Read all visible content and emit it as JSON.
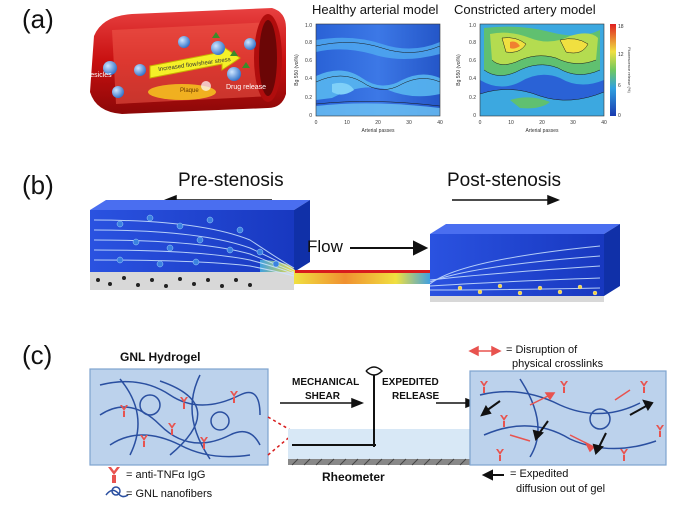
{
  "panels": {
    "a": {
      "label": "(a)",
      "vessel": {
        "vesicles": "Vesicles",
        "flow": "Increased flow/shear stress",
        "plaque": "Plaque",
        "drug_release": "Drug release"
      },
      "heatmaps": [
        {
          "title": "Healthy arterial model",
          "xlabel": "Arterial passes",
          "ylabel": "Bg 550 (vol%)",
          "xticks": [
            "0",
            "10",
            "20",
            "30",
            "40"
          ],
          "yticks": [
            "0",
            "0.2",
            "0.4",
            "0.6",
            "0.8",
            "1.0"
          ]
        },
        {
          "title": "Constricted artery model",
          "xlabel": "Arterial passes",
          "ylabel": "Bg 550 (vol%)",
          "xticks": [
            "0",
            "10",
            "20",
            "30",
            "40"
          ],
          "yticks": [
            "0",
            "0.2",
            "0.4",
            "0.6",
            "0.8",
            "1.0"
          ],
          "colorbar_label": "Fluorescence release (%)",
          "colorbar_ticks": [
            "0",
            "6",
            "12",
            "18"
          ]
        }
      ]
    },
    "b": {
      "label": "(b)",
      "pre": "Pre-stenosis",
      "post": "Post-stenosis",
      "flow": "Flow"
    },
    "c": {
      "label": "(c)",
      "hydrogel": "GNL Hydrogel",
      "mech1": "MECHANICAL",
      "mech2": "SHEAR",
      "exp1": "EXPEDITED",
      "exp2": "RELEASE",
      "rheometer": "Rheometer",
      "legend_igg": "= anti-TNFα IgG",
      "legend_fibers": "= GNL nanofibers",
      "legend_disruption1": "= Disruption of",
      "legend_disruption2": "physical crosslinks",
      "legend_expedited1": "= Expedited",
      "legend_expedited2": "diffusion out of gel"
    }
  },
  "colors": {
    "vessel_red": "#d81c1c",
    "box_blue": "#1a3ad0",
    "igg_red": "#e8534f",
    "fiber_blue": "#2a4fa0"
  }
}
